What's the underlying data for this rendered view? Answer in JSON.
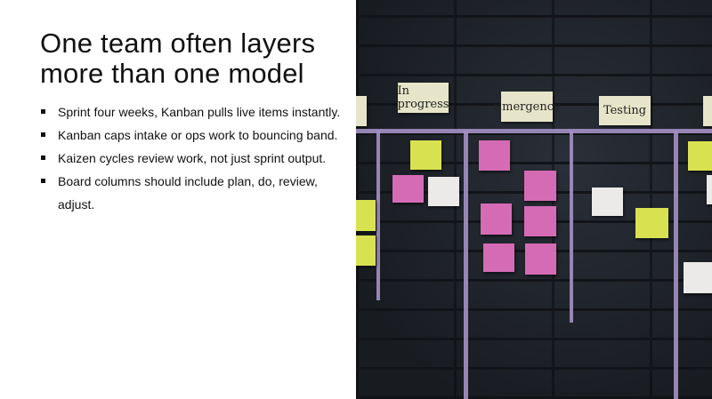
{
  "slide": {
    "title": "One team often layers more than one model",
    "bullets": [
      "Sprint four weeks, Kanban pulls live items instantly.",
      "Kanban caps intake or ops work to bouncing band.",
      "Kaizen cycles review work, not just sprint output.",
      "Board columns should include plan, do, review, adjust."
    ]
  },
  "photo": {
    "column_headers": [
      "In progress",
      "Emergency",
      "Testing"
    ],
    "colors": {
      "pink": "#d66bb5",
      "yellow": "#d8e250",
      "white": "#eceae8",
      "tape": "#a391c4",
      "wall": "#1d2127"
    }
  }
}
